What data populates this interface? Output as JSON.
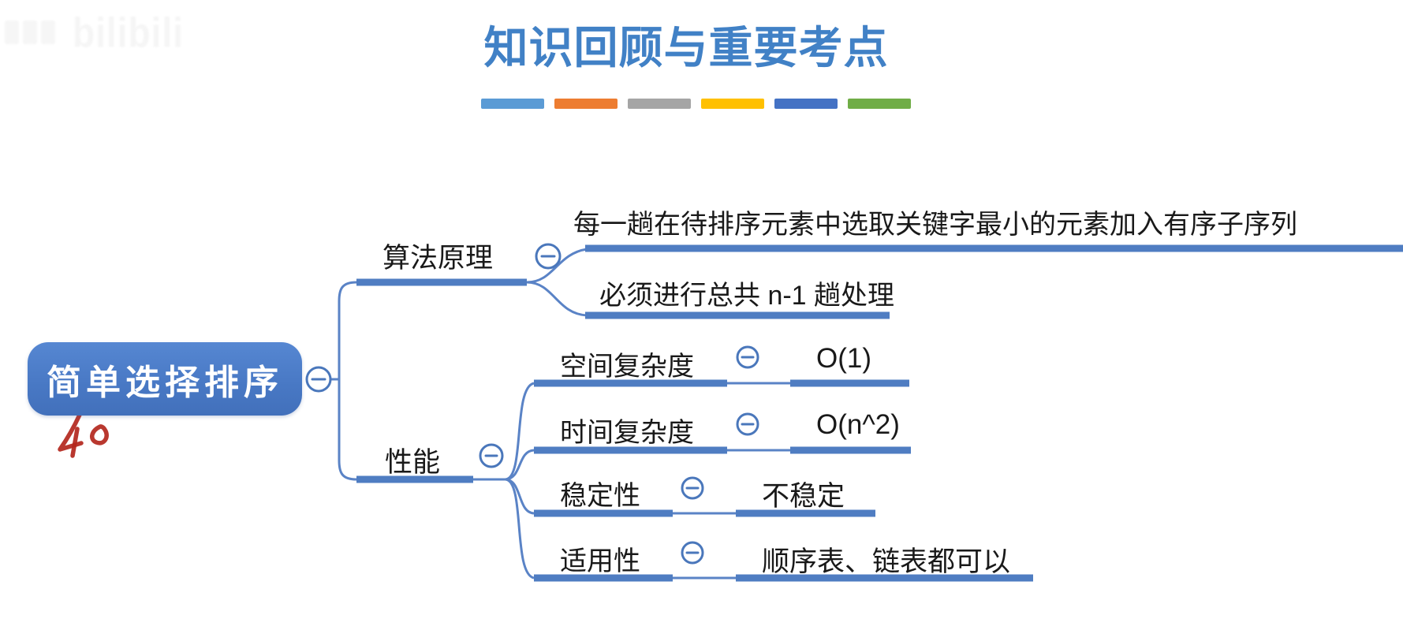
{
  "watermark": {
    "text": "bilibili"
  },
  "header": {
    "title": "知识回顾与重要考点",
    "title_color": "#4181c6",
    "divider_colors": [
      "#5B9BD5",
      "#ED7D31",
      "#A5A5A5",
      "#FFC000",
      "#4472C4",
      "#70AD47"
    ]
  },
  "mindmap": {
    "accent_color": "#4f7dc2",
    "root": {
      "label": "简单选择排序"
    },
    "branches": [
      {
        "label": "算法原理",
        "children": [
          {
            "text": "每一趟在待排序元素中选取关键字最小的元素加入有序子序列"
          },
          {
            "text": "必须进行总共 n-1 趟处理"
          }
        ]
      },
      {
        "label": "性能",
        "children": [
          {
            "label": "空间复杂度",
            "value": "O(1)"
          },
          {
            "label": "时间复杂度",
            "value": "O(n^2)"
          },
          {
            "label": "稳定性",
            "value": "不稳定"
          },
          {
            "label": "适用性",
            "value": "顺序表、链表都可以"
          }
        ]
      }
    ],
    "handwritten_annotation": "40"
  }
}
